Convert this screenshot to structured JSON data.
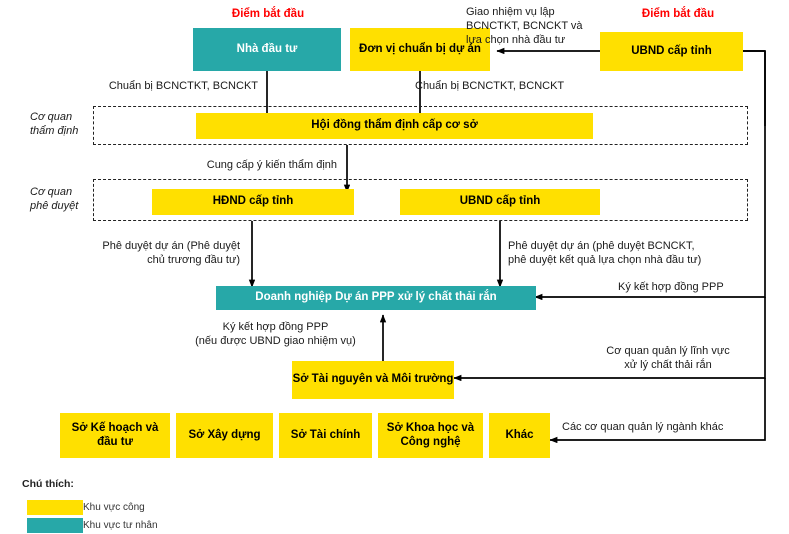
{
  "colors": {
    "public": "#ffe000",
    "private": "#27a8a8",
    "start": "#ff0000",
    "line": "#000000"
  },
  "start_markers": [
    {
      "id": "start-investor",
      "text": "Điểm bắt đầu"
    },
    {
      "id": "start-ubnd",
      "text": "Điểm bắt đầu"
    }
  ],
  "nodes": {
    "investor": {
      "label": "Nhà đầu tư",
      "sector": "private"
    },
    "project_prep_unit": {
      "label": "Đơn vị chuẩn bị dự án",
      "sector": "public"
    },
    "ubnd_top": {
      "label": "UBND cấp tỉnh",
      "sector": "public"
    },
    "appraisal_council": {
      "label": "Hội đồng thẩm định cấp cơ sở",
      "sector": "public"
    },
    "hdnd": {
      "label": "HĐND cấp tỉnh",
      "sector": "public"
    },
    "ubnd_mid": {
      "label": "UBND cấp tỉnh",
      "sector": "public"
    },
    "ppp_company": {
      "label": "Doanh nghiệp Dự án PPP xử lý chất thải rắn",
      "sector": "private"
    },
    "donre": {
      "label": "Sở Tài nguyên và Môi trường",
      "sector": "public"
    },
    "dpi": {
      "label": "Sở Kế hoạch và đầu tư",
      "sector": "public"
    },
    "doc": {
      "label": "Sở Xây dựng",
      "sector": "public"
    },
    "dof": {
      "label": "Sở Tài chính",
      "sector": "public"
    },
    "dost": {
      "label": "Sở Khoa học và Công nghệ",
      "sector": "public"
    },
    "other": {
      "label": "Khác",
      "sector": "public"
    }
  },
  "zones": [
    {
      "id": "zone-appraisal",
      "label": "Cơ quan\nthẩm định"
    },
    {
      "id": "zone-approval",
      "label": "Cơ quan\nphê duyệt"
    }
  ],
  "edge_labels": {
    "assign_task": "Giao nhiệm vụ lập\nBCNCTKT, BCNCKT và\nlựa chọn nhà đầu tư",
    "prepare_left": "Chuẩn bị BCNCTKT, BCNCKT",
    "prepare_right": "Chuẩn bị BCNCTKT, BCNCKT",
    "provide_opinion": "Cung cấp ý kiến thẩm định",
    "approve_left": "Phê duyệt dự án (Phê duyệt\nchủ trương đầu tư)",
    "approve_right": "Phê duyệt dự án (phê duyệt BCNCKT,\nphê duyệt kết quả lựa chọn nhà đầu tư)",
    "sign_ppp_right": "Ký kết hợp đồng PPP",
    "sign_ppp_center": "Ký kết hợp đồng PPP\n(nếu được UBND giao nhiệm vụ)",
    "sector_manager": "Cơ quan quản lý lĩnh vực\nxử lý chất thải rắn",
    "other_agencies": "Các cơ quan quản lý ngành khác"
  },
  "legend": {
    "title": "Chú thích:",
    "items": [
      {
        "label": "Khu vực công",
        "sector": "public"
      },
      {
        "label": "Khu vực tư nhân",
        "sector": "private"
      }
    ]
  }
}
